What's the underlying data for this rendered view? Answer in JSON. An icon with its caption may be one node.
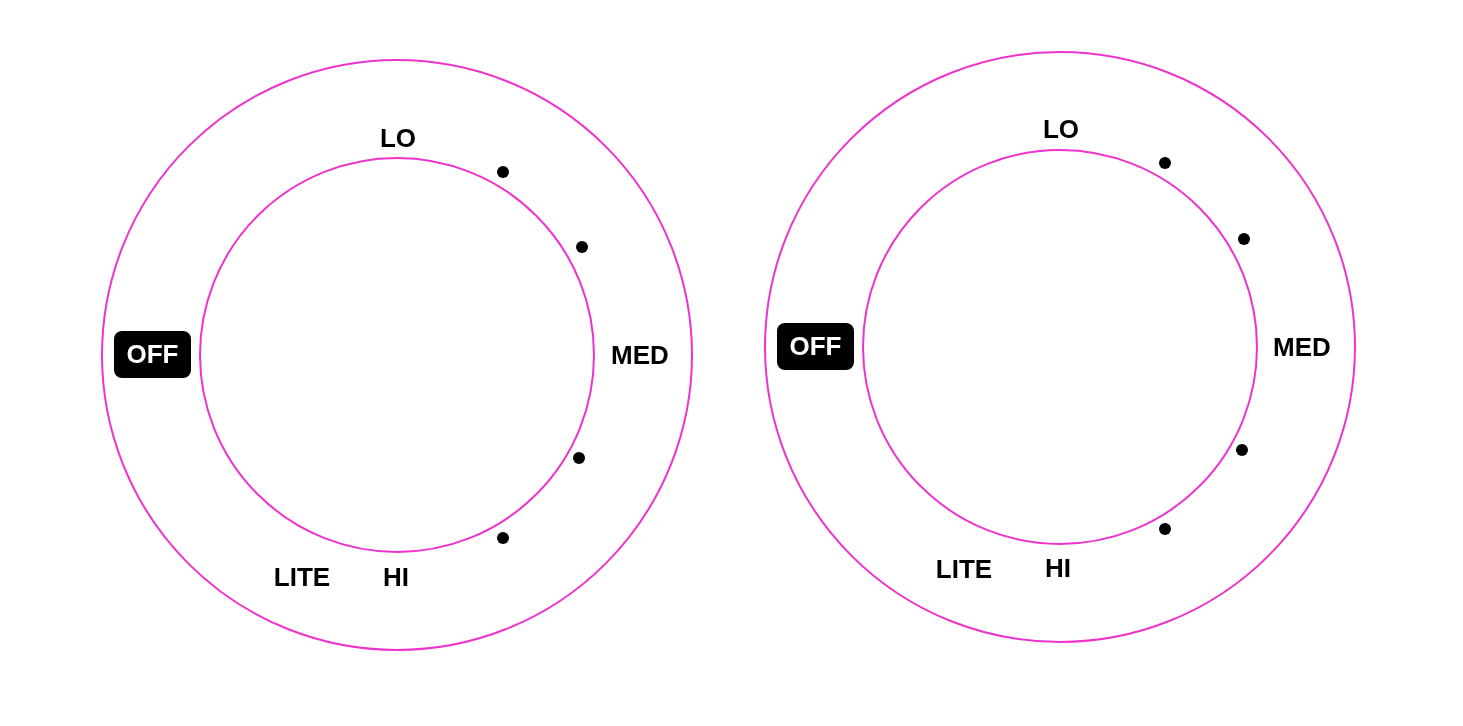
{
  "diagram": {
    "nodes": [
      {
        "text": [
          "OFF"
        ]
      },
      {
        "text": [
          "OFF"
        ]
      }
    ],
    "edges": [],
    "labels": [
      "LO",
      "MED",
      "LITE",
      "HI",
      "LO",
      "MED",
      "LITE",
      "HI"
    ]
  }
}
